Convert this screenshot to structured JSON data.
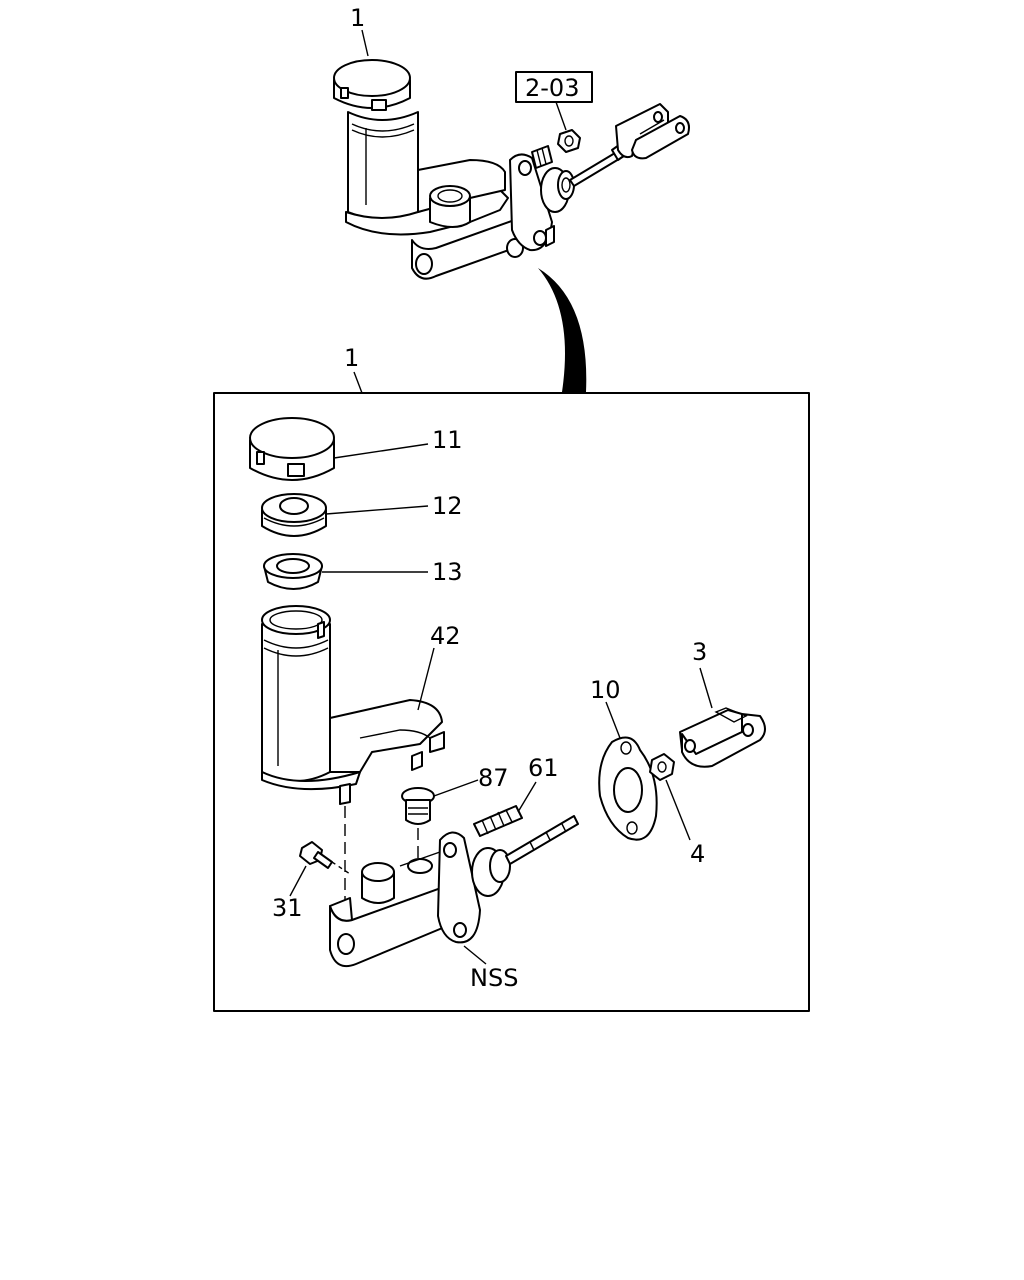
{
  "labels": {
    "assembly_top": "1",
    "ref_box": "2-03",
    "assembly_inset": "1",
    "cap": "11",
    "diaphragm": "12",
    "seal": "13",
    "reservoir": "42",
    "clevis": "3",
    "gasket": "10",
    "nut": "4",
    "stud": "61",
    "connector": "87",
    "bolt": "31",
    "cylinder": "NSS"
  }
}
